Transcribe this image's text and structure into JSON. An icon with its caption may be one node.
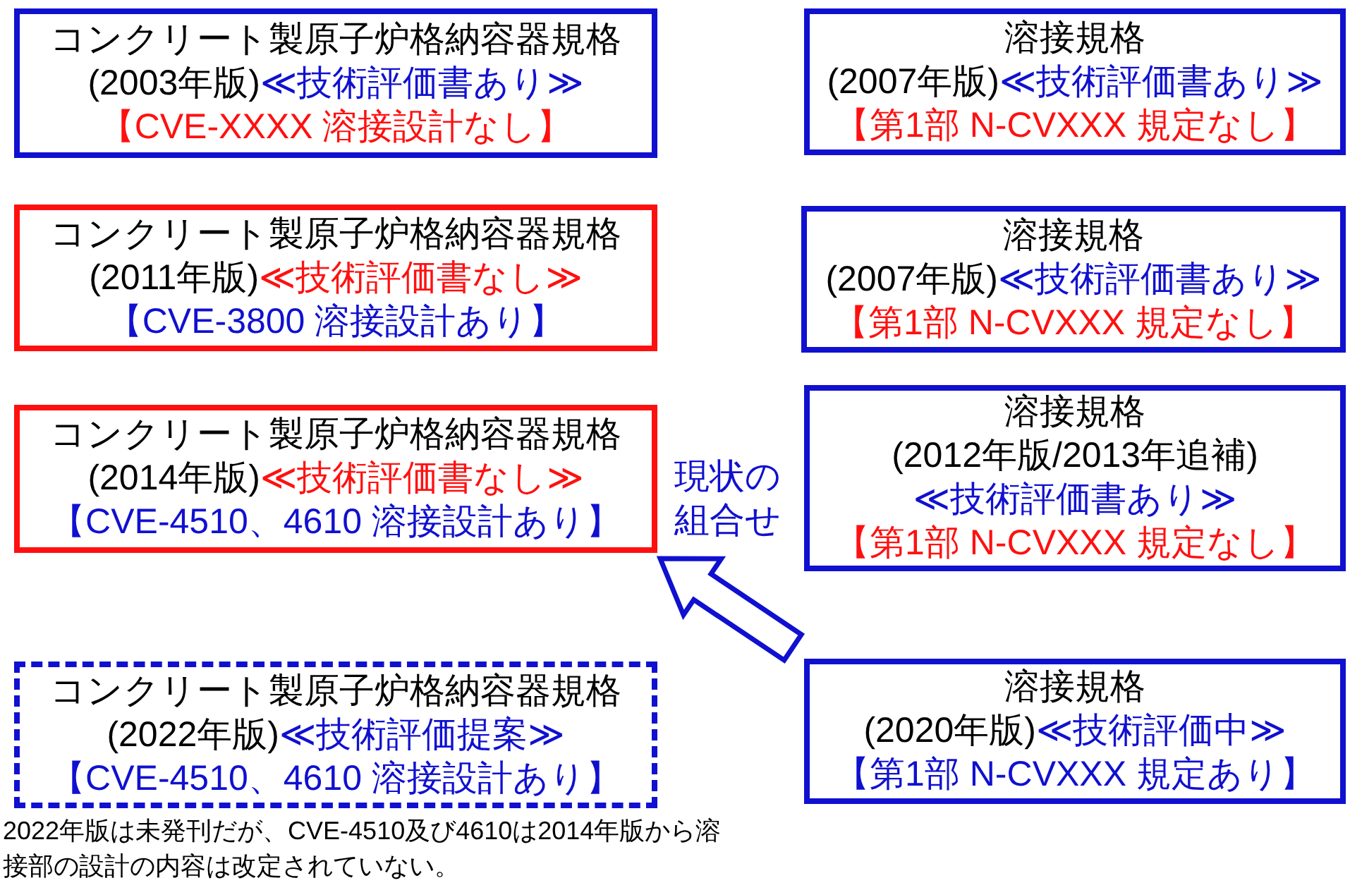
{
  "diagram": {
    "nodes": [
      {
        "text": [
          "コンクリート製原子炉格納容器規格",
          "(2003年版)",
          "≪技術評価書あり≫",
          "【CVE-XXXX 溶接設計なし】"
        ]
      },
      {
        "text": [
          "溶接規格",
          "(2007年版)",
          "≪技術評価書あり≫",
          "【第1部 N-CVXXX 規定なし】"
        ]
      },
      {
        "text": [
          "コンクリート製原子炉格納容器規格",
          "(2011年版)",
          "≪技術評価書なし≫",
          "【CVE-3800 溶接設計あり】"
        ]
      },
      {
        "text": [
          "溶接規格",
          "(2007年版)",
          "≪技術評価書あり≫",
          "【第1部 N-CVXXX 規定なし】"
        ]
      },
      {
        "text": [
          "コンクリート製原子炉格納容器規格",
          "(2014年版)",
          "≪技術評価書なし≫",
          "【CVE-4510、4610 溶接設計あり】"
        ]
      },
      {
        "text": [
          "溶接規格",
          "(2012年版/2013年追補)",
          "≪技術評価書あり≫",
          "【第1部 N-CVXXX 規定なし】"
        ]
      },
      {
        "text": [
          "コンクリート製原子炉格納容器規格",
          "(2022年版)",
          "≪技術評価提案≫",
          "【CVE-4510、4610 溶接設計あり】"
        ]
      },
      {
        "text": [
          "溶接規格",
          "(2020年版)",
          "≪技術評価中≫",
          "【第1部 N-CVXXX 規定あり】"
        ]
      }
    ],
    "edges": [
      {
        "from": 7,
        "to": 4,
        "arrow": "to",
        "label": "現状の組合せ",
        "style": "thick"
      }
    ],
    "labels": [
      "2022年版は未発刊だが、CVE-4510及び4610は2014年版から溶接部の設計の内容は改定されていない。"
    ]
  }
}
